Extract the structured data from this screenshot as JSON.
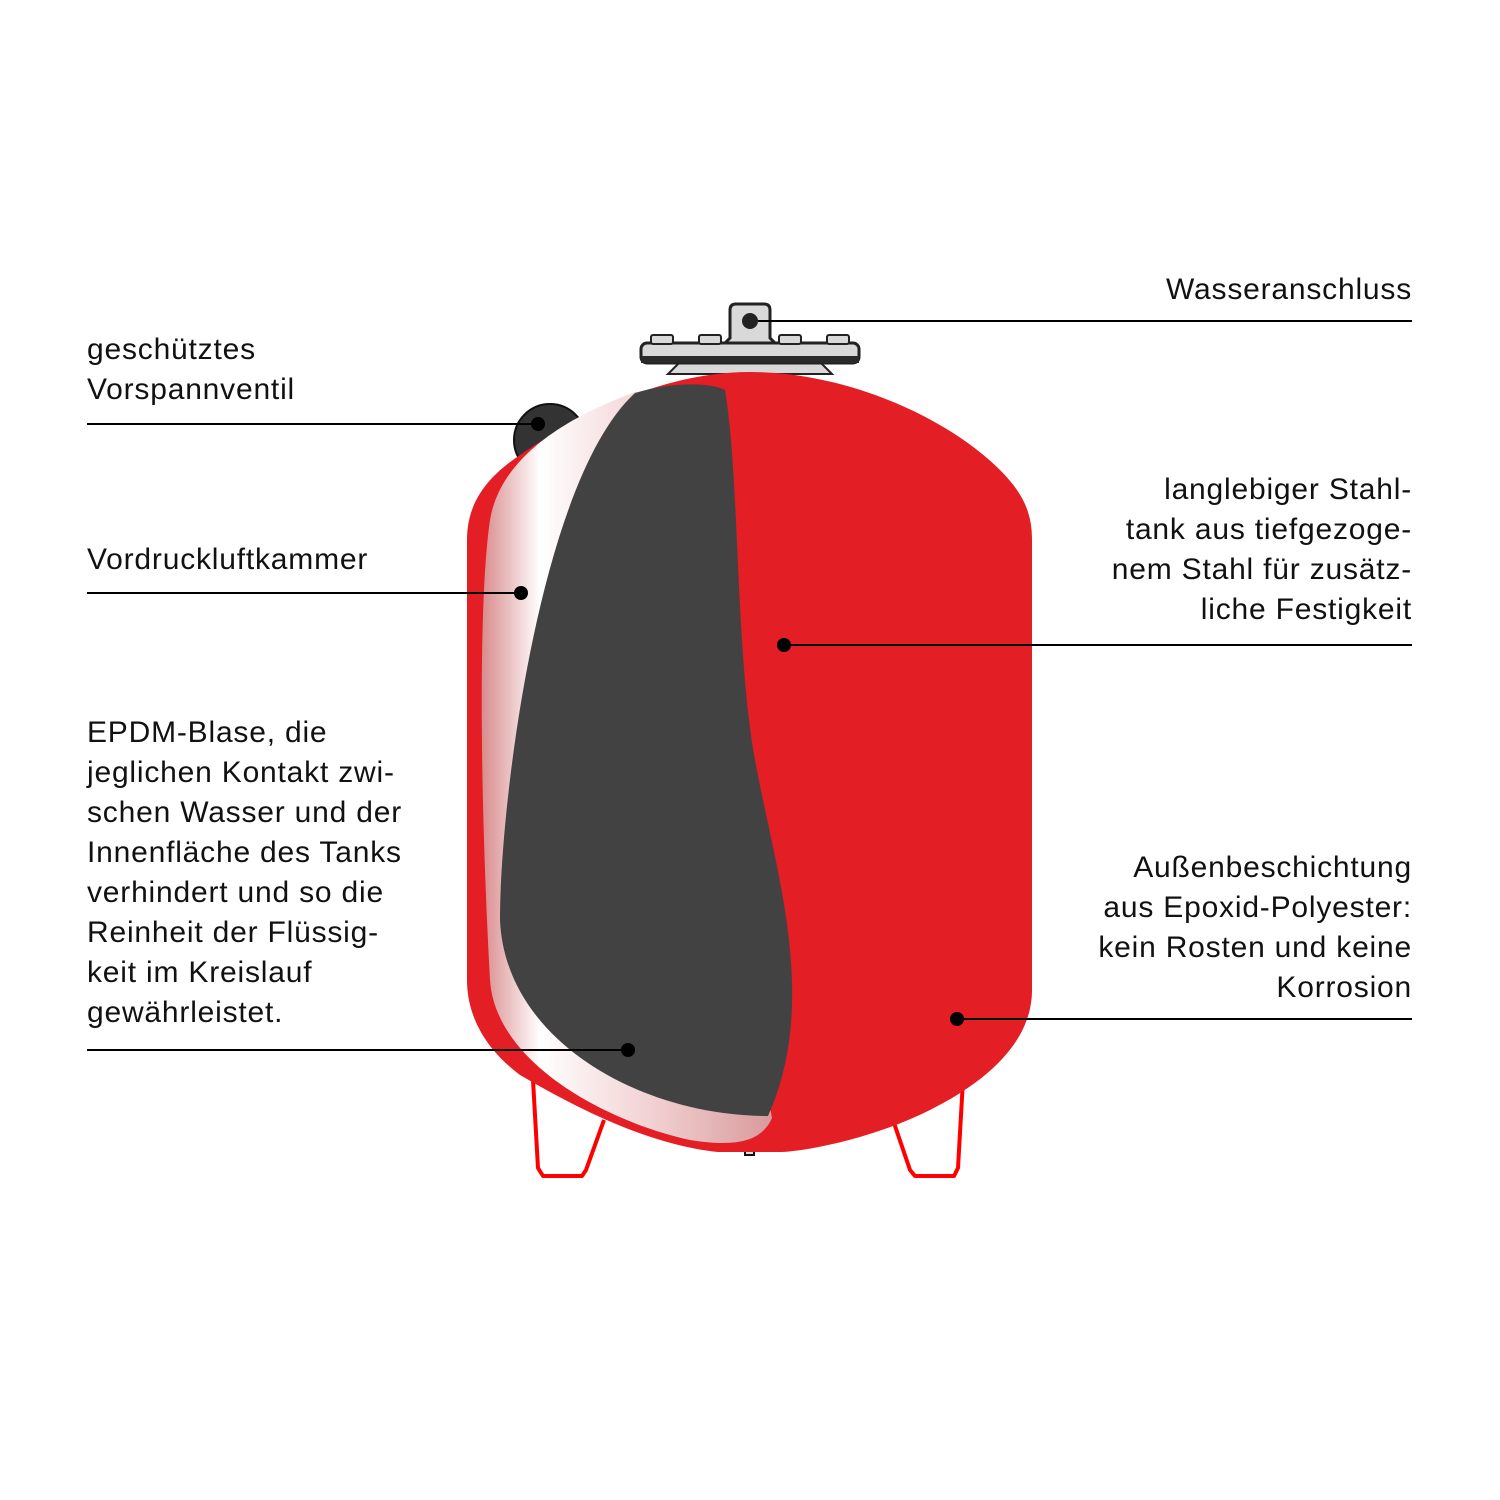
{
  "labels": {
    "prepressure_valve": [
      "geschütztes",
      "Vorspannventil"
    ],
    "air_chamber": [
      "Vordruckluftkammer"
    ],
    "bladder": [
      "EPDM-Blase, die",
      "jeglichen Kontakt zwi-",
      "schen Wasser und der",
      "Innenfläche des Tanks",
      "verhindert und so die",
      "Reinheit der Flüssig-",
      "keit im Kreislauf",
      "gewährleistet."
    ],
    "water_connection": [
      "Wasseranschluss"
    ],
    "steel_tank": [
      "langlebiger Stahl-",
      "tank aus tiefgezoge-",
      "nem Stahl für zusätz-",
      "liche Festigkeit"
    ],
    "coating": [
      "Außenbeschichtung",
      "aus Epoxid-Polyester:",
      "kein Rosten und keine",
      "Korrosion"
    ]
  },
  "colors": {
    "tank_red": "#e31e24",
    "bladder_dark": "#424242",
    "fitting_grey": "#d9d9d9",
    "leg_red": "#ff0000"
  }
}
